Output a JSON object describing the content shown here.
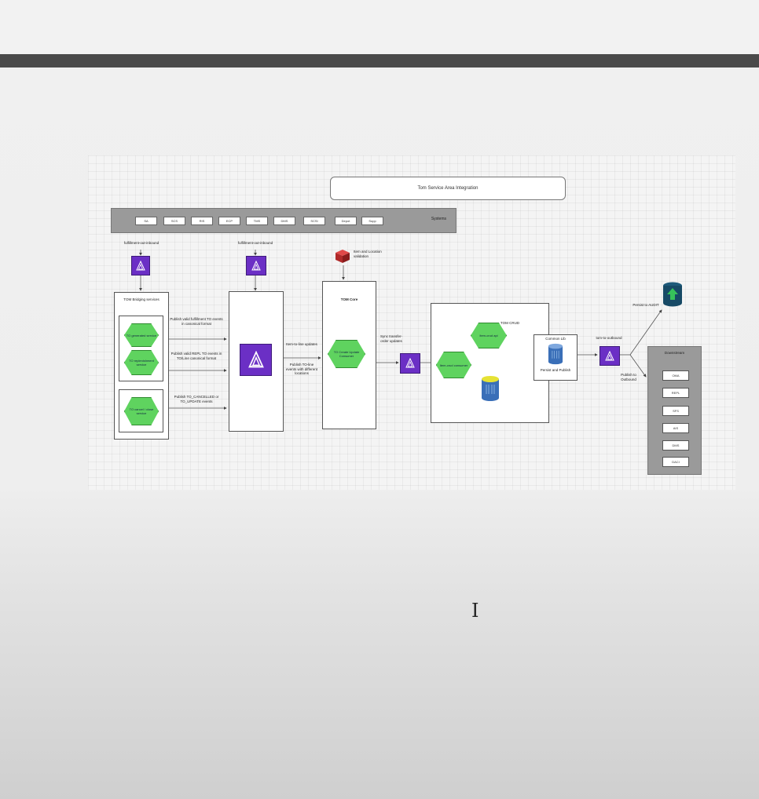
{
  "diagram": {
    "title": "Tom Service Area Integration",
    "systems_bar": {
      "label": "Systems",
      "chips": [
        "SA",
        "SCS",
        "RIS",
        "ECP",
        "TMS",
        "DMS",
        "SCSI",
        "Depot",
        "Supp"
      ]
    },
    "kafka_inbound_1_label": "fulfillment-out-inbound",
    "kafka_inbound_2_label": "fulfillment-out-inbound",
    "bridging": {
      "title": "TOM Bridging services",
      "svc1": "TO generated service",
      "svc2": "TO replenishment service",
      "svc3": "TO cancel / close service"
    },
    "publish_labels": {
      "p1": "Publish valid fulfillment TO events in canonical format",
      "p2": "Publish valid REPL TO events in TO/Line canonical format",
      "p3": "Publish TO_CANCELLED or TO_UPDATE events"
    },
    "mid_labels": {
      "m1": "Item-to-line updates",
      "m2": "Publish TO-line events with different locations"
    },
    "redis_label": "Item and Location validation",
    "core": {
      "title": "TOM Core",
      "hex": "TO Create Update Consumer"
    },
    "sync_label": "Sync transfer-order updates",
    "crud": {
      "title": "TOM CRUD",
      "hex1": "Item-crud consumer",
      "hex2": "item-crud api",
      "common_title": "Common Lib",
      "common_sub": "Persist and Publish"
    },
    "out_label": "tom-to-outbound",
    "persist_label": "Persist to AUDIT",
    "publish_out_label": "Publish to Outbound",
    "downstream": {
      "title": "Downstream",
      "items": [
        "OMA",
        "REPL",
        "SFS",
        "AIS",
        "DMS",
        "DACI"
      ]
    },
    "cursor_glyph": "I"
  }
}
